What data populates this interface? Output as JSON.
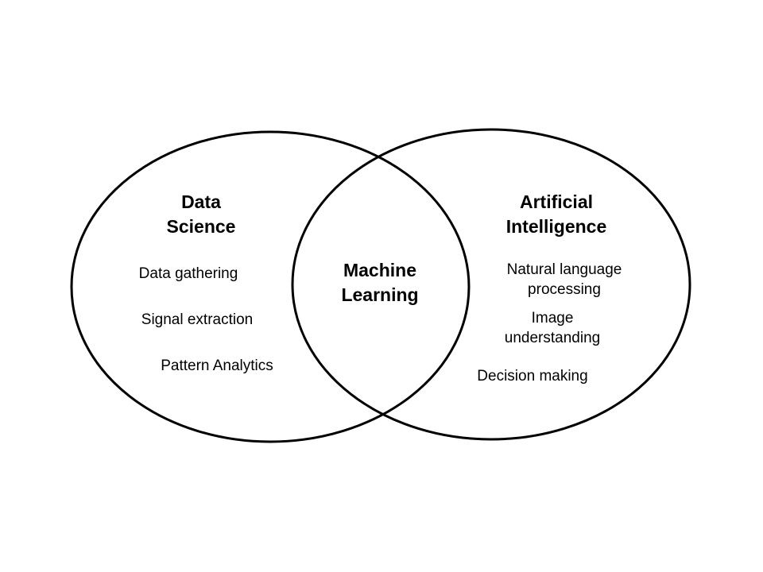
{
  "left_circle": {
    "title": [
      "Data",
      "Science"
    ],
    "items": [
      "Data gathering",
      "Signal extraction",
      "Pattern Analytics"
    ]
  },
  "right_circle": {
    "title": [
      "Artificial",
      "Intelligence"
    ],
    "items": [
      [
        "Natural language",
        "processing"
      ],
      [
        "Image",
        "understanding"
      ],
      [
        "Decision making"
      ]
    ]
  },
  "intersection": {
    "title": [
      "Machine",
      "Learning"
    ]
  },
  "colors": {
    "stroke": "#000000",
    "background": "#ffffff",
    "text": "#000000"
  }
}
